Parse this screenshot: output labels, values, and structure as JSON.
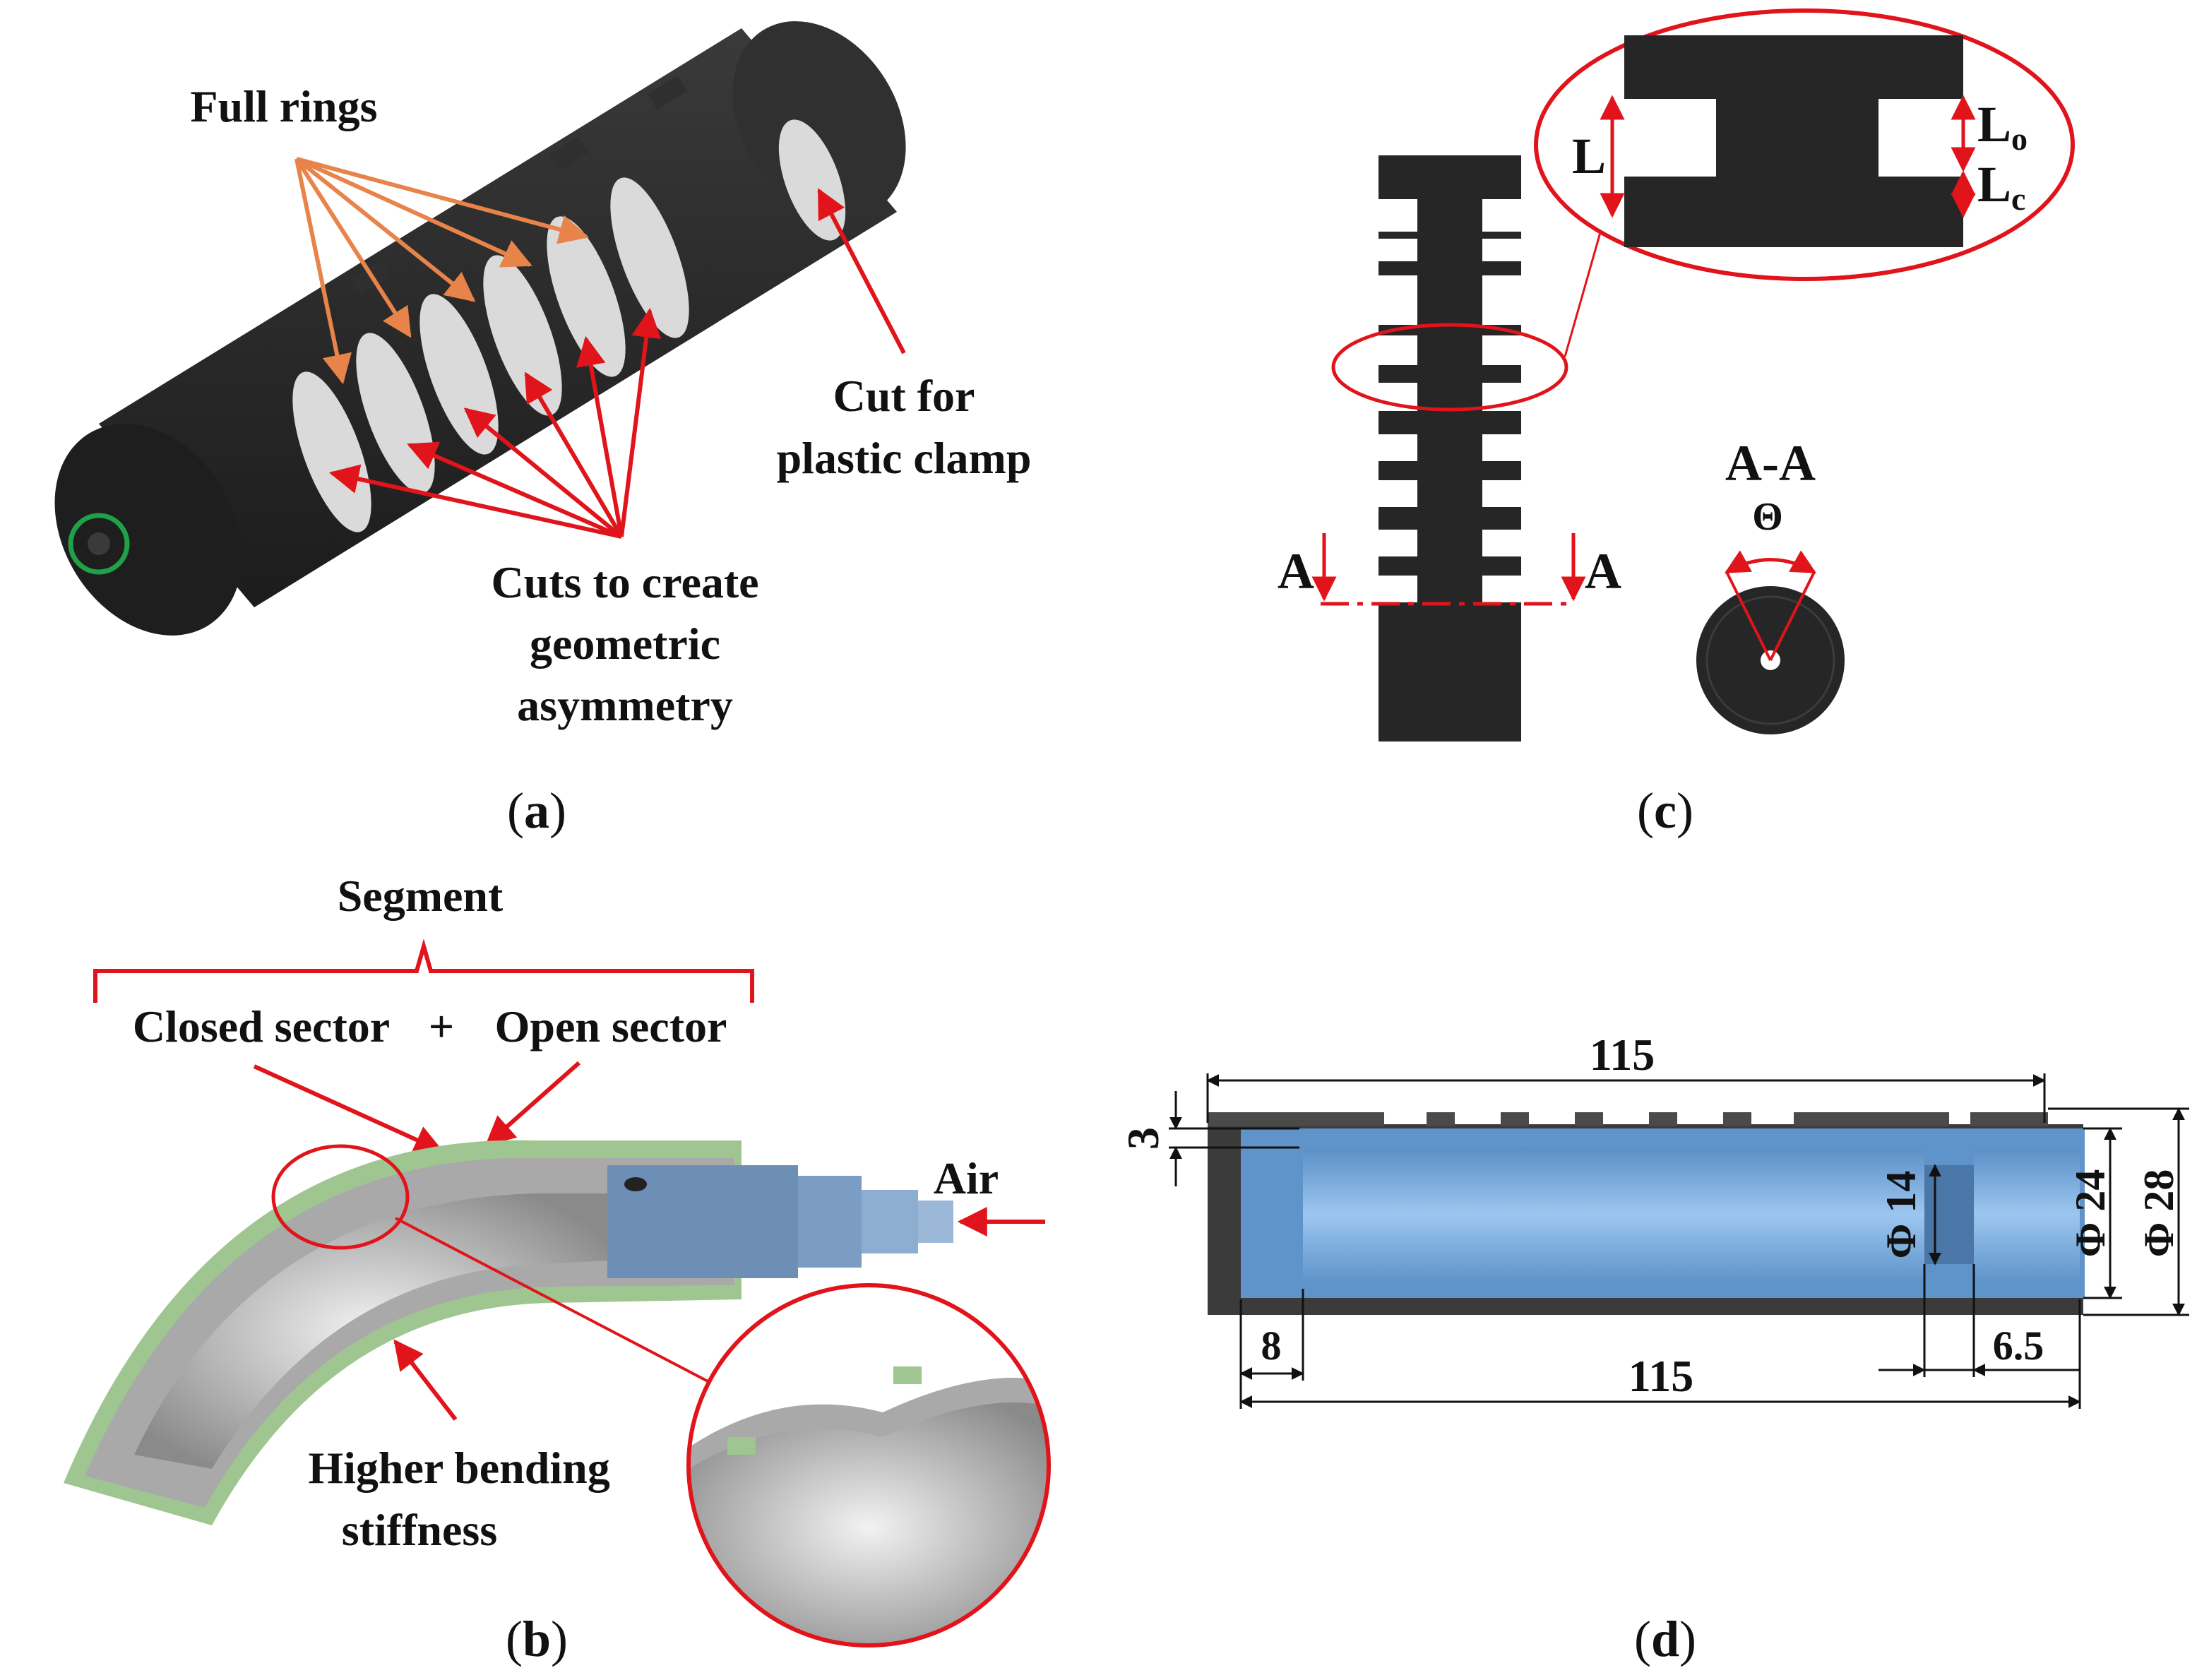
{
  "panel_a": {
    "caption_open": "(",
    "caption_letter": "a",
    "caption_close": ")",
    "label_full_rings": "Full rings",
    "label_cut_clamp": [
      "Cut for",
      "plastic clamp"
    ],
    "label_cuts": [
      "Cuts to create",
      "geometric",
      "asymmetry"
    ]
  },
  "panel_b": {
    "caption_open": "(",
    "caption_letter": "b",
    "caption_close": ")",
    "label_segment": "Segment",
    "label_closed_sector": "Closed sector",
    "label_plus": "+",
    "label_open_sector": "Open sector",
    "label_air": "Air",
    "label_stiffness": [
      "Higher bending",
      "stiffness"
    ]
  },
  "panel_c": {
    "caption_open": "(",
    "caption_letter": "c",
    "caption_close": ")",
    "label_A_left": "A",
    "label_A_right": "A",
    "label_section": "A-A",
    "label_theta": "Θ",
    "label_L": "L",
    "label_Lo_main": "L",
    "label_Lo_sub": "o",
    "label_Lc_main": "L",
    "label_Lc_sub": "c"
  },
  "panel_d": {
    "caption_open": "(",
    "caption_letter": "d",
    "caption_close": ")",
    "dim_top_length": "115",
    "dim_bottom_length": "115",
    "dim_wall": "3",
    "dim_left_offset": "8",
    "dim_right_offset": "6.5",
    "dim_phi14": "Φ 14",
    "dim_phi24": "Φ 24",
    "dim_phi28": "Φ 28"
  },
  "colors": {
    "annotation_red": "#e0141a",
    "annotation_orange": "#e8834a",
    "body_dark": "#262626",
    "body_blue": "#6fa3d6",
    "bend_green": "#9fc691"
  }
}
